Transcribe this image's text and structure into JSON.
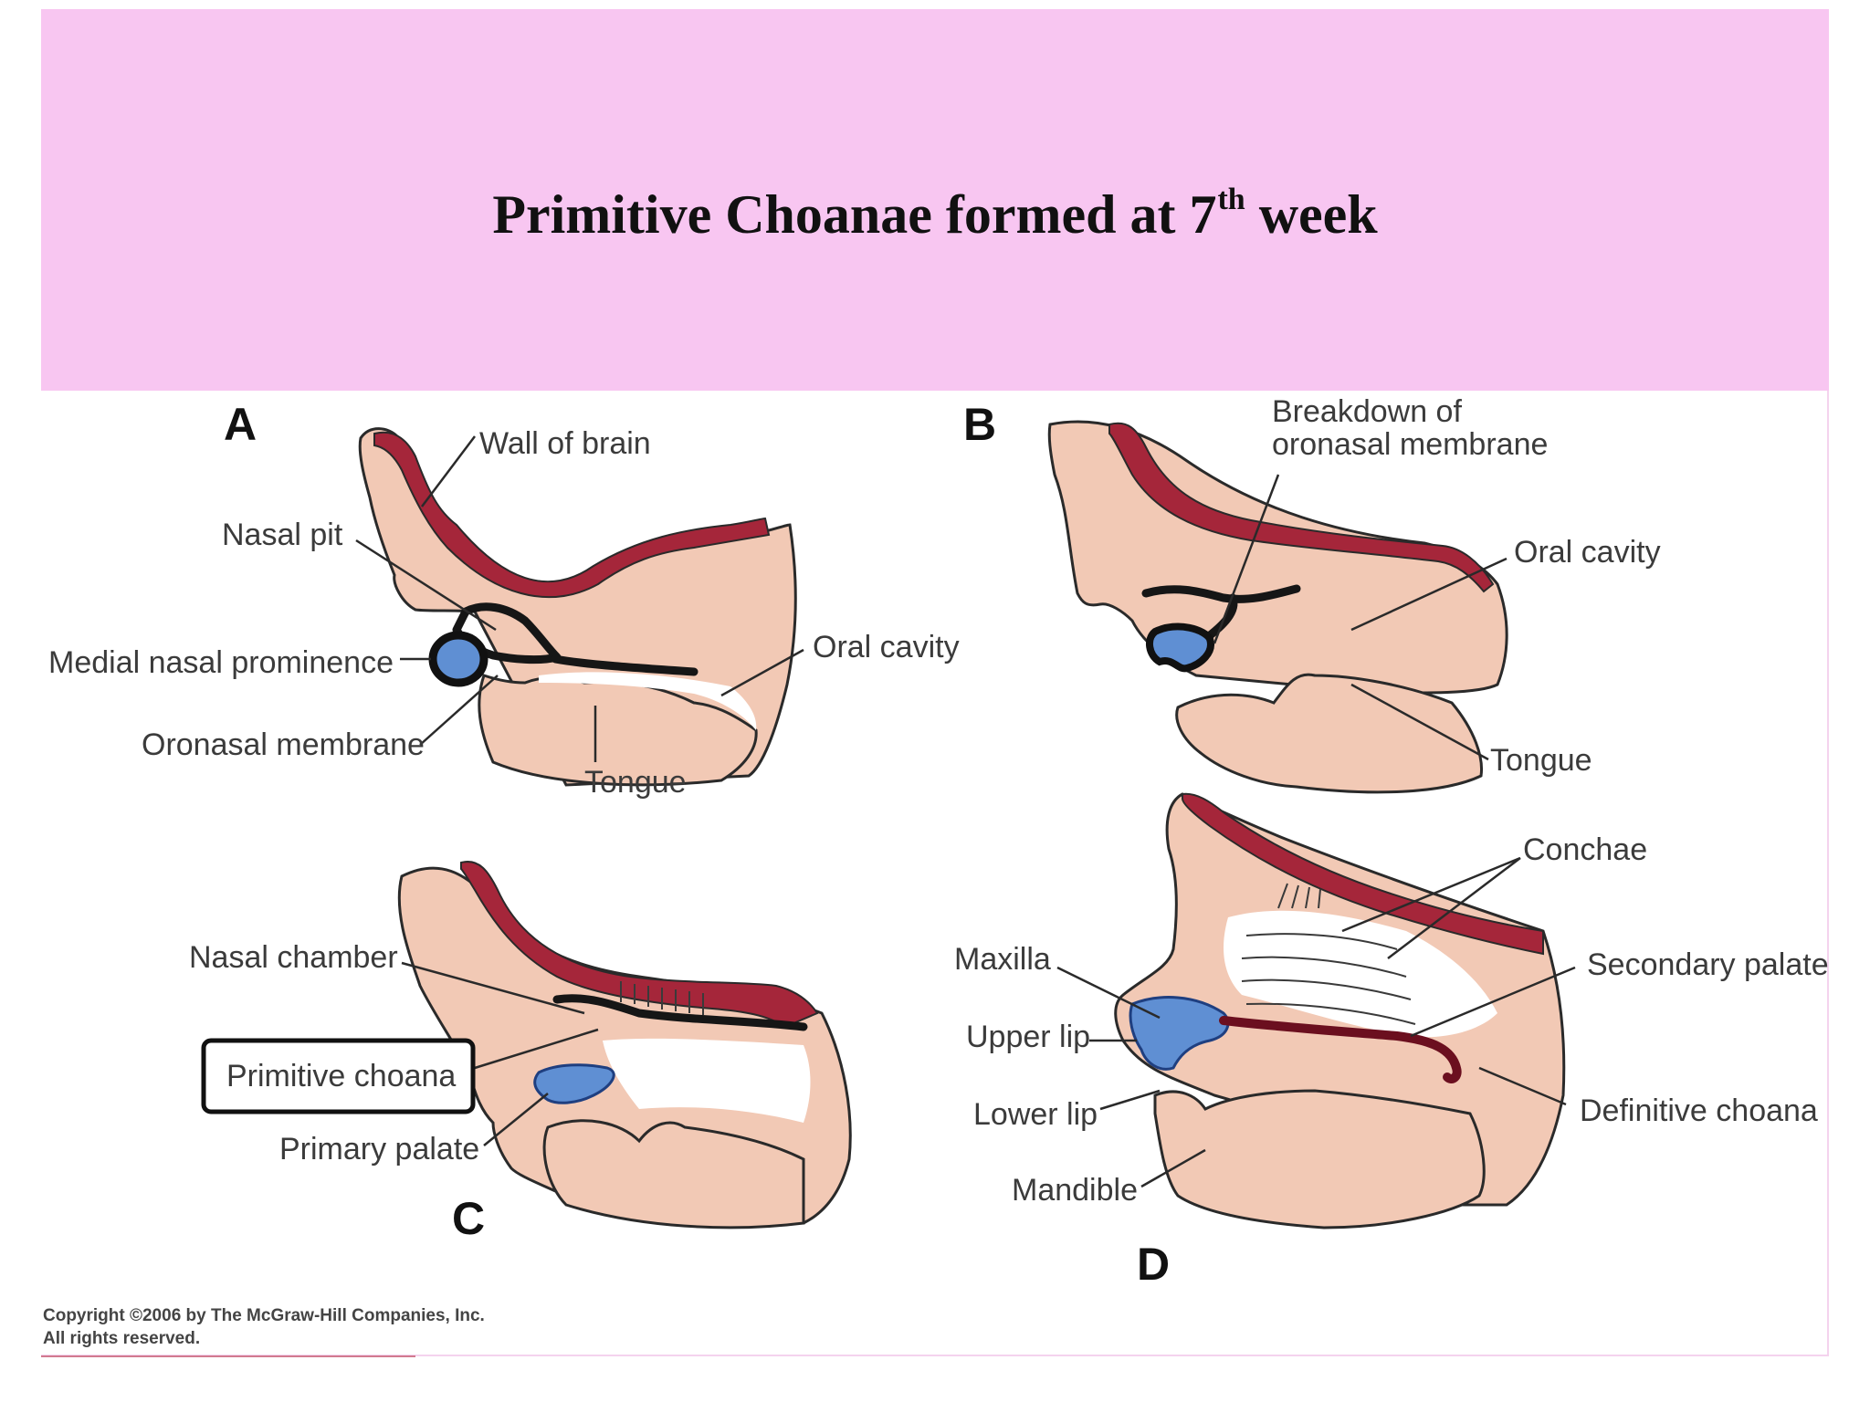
{
  "title": {
    "main": "Primitive Choanae formed at 7",
    "superscript": "th",
    "suffix": " week"
  },
  "panels": {
    "a": {
      "letter": "A",
      "labels": {
        "wall_of_brain": "Wall of brain",
        "nasal_pit": "Nasal pit",
        "medial_nasal_prominence": "Medial nasal prominence",
        "oronasal_membrane": "Oronasal membrane",
        "oral_cavity": "Oral cavity",
        "tongue": "Tongue"
      }
    },
    "b": {
      "letter": "B",
      "labels": {
        "breakdown_line1": "Breakdown of",
        "breakdown_line2": "oronasal membrane",
        "oral_cavity": "Oral cavity",
        "tongue": "Tongue"
      }
    },
    "c": {
      "letter": "C",
      "labels": {
        "nasal_chamber": "Nasal chamber",
        "primitive_choana": "Primitive choana",
        "primary_palate": "Primary palate"
      }
    },
    "d": {
      "letter": "D",
      "labels": {
        "conchae": "Conchae",
        "maxilla": "Maxilla",
        "secondary_palate": "Secondary palate",
        "upper_lip": "Upper lip",
        "lower_lip": "Lower lip",
        "definitive_choana": "Definitive choana",
        "mandible": "Mandible"
      }
    }
  },
  "copyright": {
    "line1": "Copyright ©2006 by The McGraw-Hill Companies, Inc.",
    "line2": "All rights reserved."
  },
  "colors": {
    "title_band": "#f8c6f1",
    "tissue": "#f2c9b5",
    "brain_wall": "#a5263a",
    "prominence_blue": "#5f8fd3"
  }
}
